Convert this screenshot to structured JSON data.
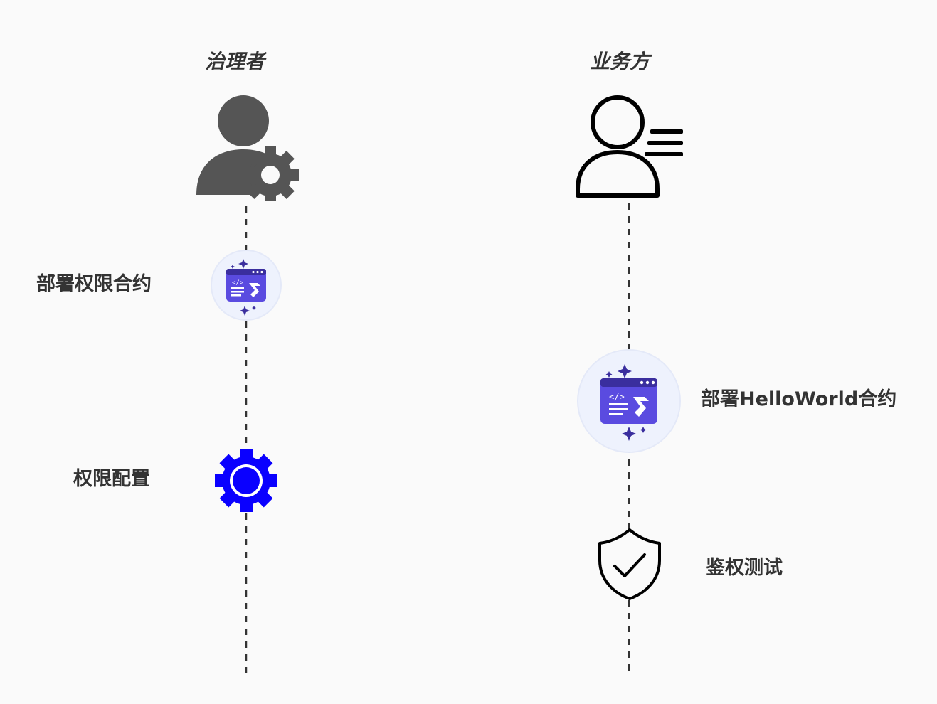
{
  "lanes": [
    {
      "title": "治理者",
      "icon": "user-gear-icon",
      "steps": [
        {
          "label": "部署权限合约",
          "icon": "contract-code-icon"
        },
        {
          "label": "权限配置",
          "icon": "gear-icon"
        }
      ]
    },
    {
      "title": "业务方",
      "icon": "user-list-icon",
      "steps": [
        {
          "label": "部署HelloWorld合约",
          "icon": "contract-code-icon"
        },
        {
          "label": "鉴权测试",
          "icon": "shield-check-icon"
        }
      ]
    }
  ],
  "colors": {
    "text": "#333333",
    "line": "#333333",
    "governor_icon": "#555555",
    "gear": "#0a00ff",
    "contract": "#5a4be0",
    "contract_bar": "#3a2e9e",
    "contract_bg": "#eef2fd"
  }
}
